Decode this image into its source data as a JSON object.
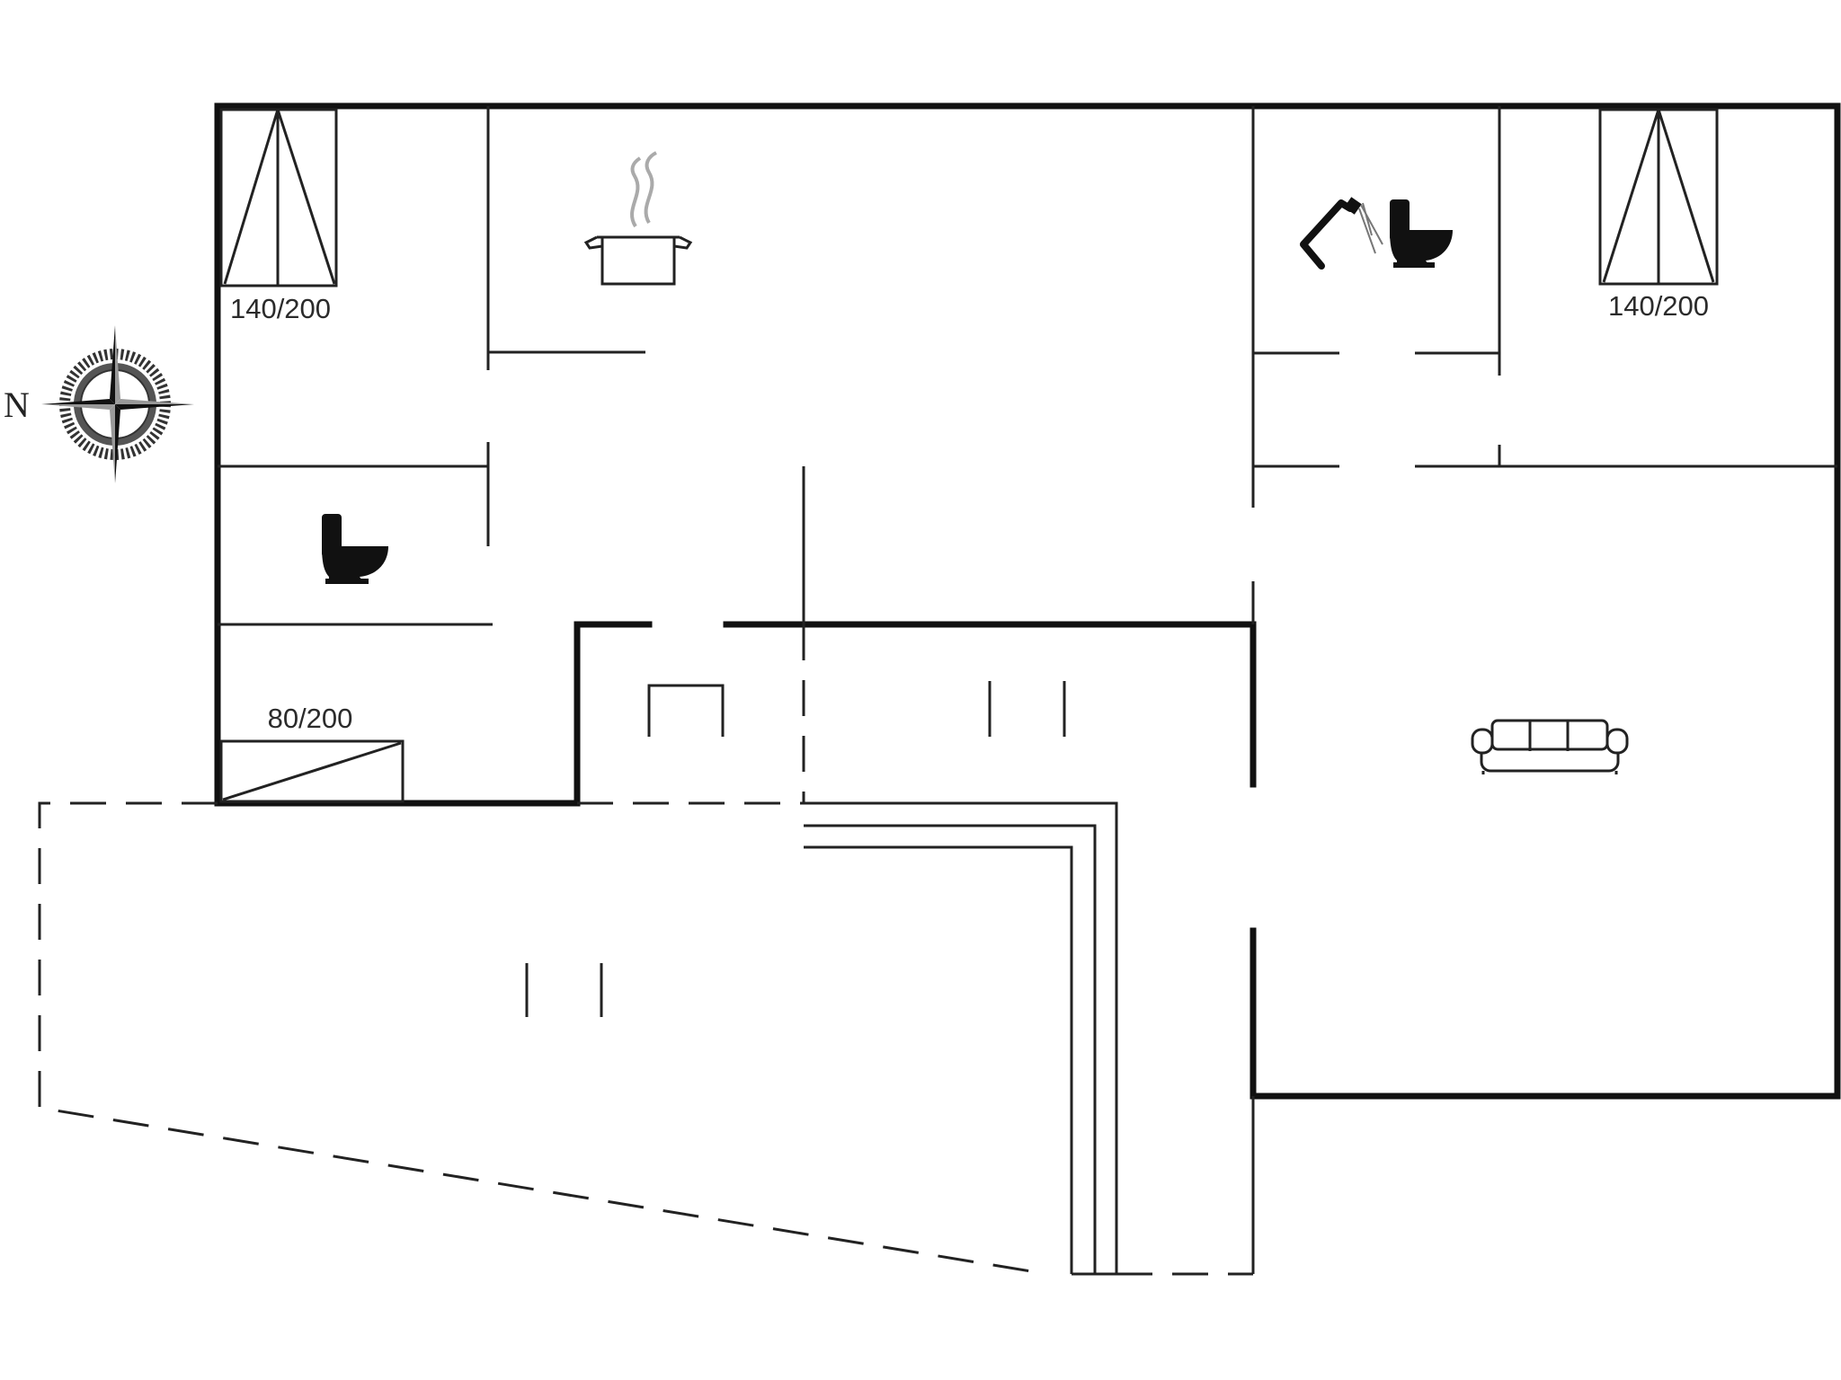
{
  "floorplan": {
    "compass": {
      "north_label": "N"
    },
    "beds": [
      {
        "id": "bed-left-top",
        "label": "140/200"
      },
      {
        "id": "bed-right-top",
        "label": "140/200"
      },
      {
        "id": "bed-single",
        "label": "80/200"
      }
    ],
    "fixtures": [
      "cooking-pot-icon",
      "toilet-icon",
      "shower-icon",
      "toilet-icon",
      "sofa-icon"
    ],
    "colors": {
      "wall": "#111111",
      "line": "#222222",
      "background": "#ffffff"
    }
  }
}
